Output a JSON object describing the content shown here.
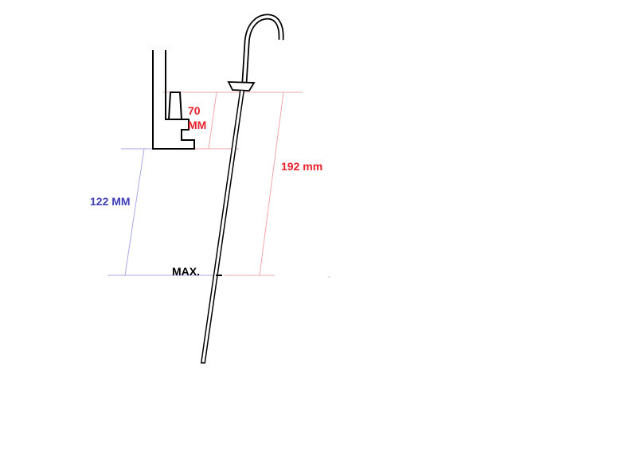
{
  "labels": {
    "dim_upper_line1": "70",
    "dim_upper_line2": "MM",
    "dim_total": "192 mm",
    "dim_lower": "122 MM",
    "max_mark": "MAX."
  },
  "colors": {
    "red_dimension": "#e8202a",
    "blue_dimension": "#4040b8",
    "red_guide": "#f2a7ab",
    "blue_guide": "#a9a9e6",
    "outline": "#000000"
  },
  "icons": {
    "dipstick": "dipstick-icon",
    "tube": "dipstick-tube-icon"
  }
}
